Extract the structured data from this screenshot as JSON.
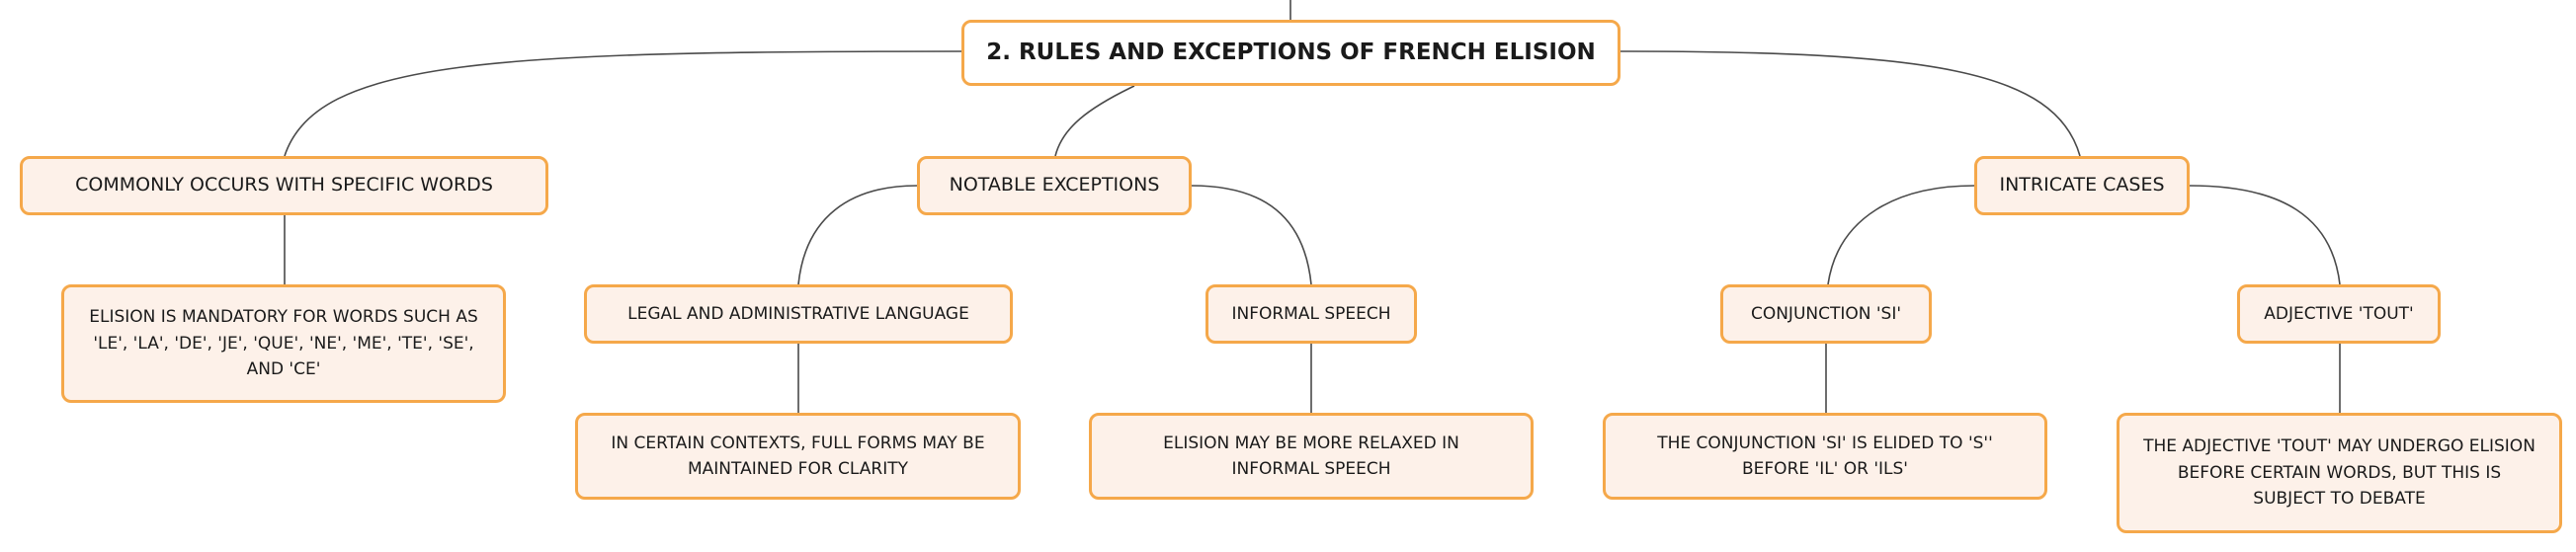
{
  "root": "2. RULES AND EXCEPTIONS OF FRENCH ELISION",
  "branches": {
    "common": {
      "label": "COMMONLY OCCURS WITH SPECIFIC WORDS",
      "detail": "ELISION IS MANDATORY FOR WORDS SUCH AS 'LE', 'LA', 'DE', 'JE', 'QUE', 'NE', 'ME', 'TE', 'SE', AND 'CE'"
    },
    "exceptions": {
      "label": "NOTABLE EXCEPTIONS",
      "legal": {
        "label": "LEGAL AND ADMINISTRATIVE LANGUAGE",
        "detail": "IN CERTAIN CONTEXTS, FULL FORMS MAY BE MAINTAINED FOR CLARITY"
      },
      "informal": {
        "label": "INFORMAL SPEECH",
        "detail": "ELISION MAY BE MORE RELAXED IN INFORMAL SPEECH"
      }
    },
    "intricate": {
      "label": "INTRICATE CASES",
      "si": {
        "label": "CONJUNCTION 'SI'",
        "detail": "THE CONJUNCTION 'SI' IS ELIDED TO 'S'' BEFORE 'IL' OR 'ILS'"
      },
      "tout": {
        "label": "ADJECTIVE 'TOUT'",
        "detail": "THE ADJECTIVE 'TOUT' MAY UNDERGO ELISION BEFORE CERTAIN WORDS, BUT THIS IS SUBJECT TO DEBATE"
      }
    }
  },
  "colors": {
    "node_fill": "#fdf1e9",
    "node_border": "#f5a84a",
    "root_fill": "#ffffff",
    "connector": "#4a4a4a"
  }
}
